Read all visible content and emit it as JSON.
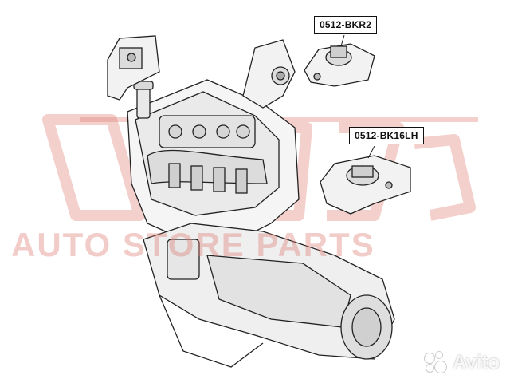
{
  "labels": {
    "part_1": "0512-BKR2",
    "part_2": "0512-BK16LH"
  },
  "watermark": {
    "text": "AUTO STORE PARTS",
    "color": "#de786e"
  },
  "badge": {
    "text": "Avito"
  }
}
